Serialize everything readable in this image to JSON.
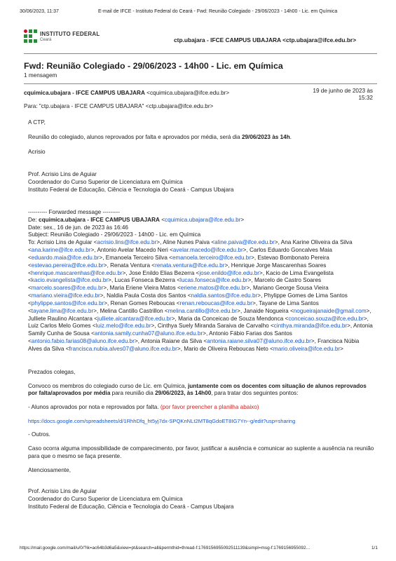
{
  "print_header": {
    "datetime": "30/06/2023, 11:37",
    "title": "E-mail de IFCE - Instituto Federal do Ceará - Fwd: Reunião Colegiado - 29/06/2023 - 14h00 - Lic. em Química"
  },
  "logo": {
    "line1": "INSTITUTO FEDERAL",
    "line2": "Ceará"
  },
  "account": "ctp.ubajara - IFCE CAMPUS UBAJARA <ctp.ubajara@ifce.edu.br>",
  "thread": {
    "subject": "Fwd: Reunião Colegiado - 29/06/2023 - 14h00 - Lic. em Química",
    "count": "1 mensagem"
  },
  "message": {
    "from_name": "cquimica.ubajara - IFCE CAMPUS UBAJARA",
    "from_email": "<cquimica.ubajara@ifce.edu.br>",
    "date_line1": "19 de junho de 2023 às",
    "date_line2": "15:32",
    "to": "Para: \"ctp.ubajara - IFCE CAMPUS UBAJARA\" <ctp.ubajara@ifce.edu.br>",
    "greeting": "A CTP,",
    "intro_pre": "Reunião do colegiado, alunos reprovados por falta e aprovados por média, será dia ",
    "intro_bold": "29/06/2023 às 14h",
    "intro_post": ".",
    "closing": "Acrisio",
    "sig1": "Prof. Acrisio Lins de Aguiar",
    "sig2": "Coordenador do Curso Superior de Licenciatura em Química",
    "sig3": "Instituto Federal de Educação, Ciência e Tecnologia do Ceará - Campus Ubajara"
  },
  "forwarded": {
    "marker": "---------- Forwarded message ---------",
    "from_label": "De: ",
    "from_name": "cquimica.ubajara - IFCE CAMPUS UBAJARA",
    "from_email": "cquimica.ubajara@ifce.edu.br",
    "date": "Date: sex., 16 de jun. de 2023 às 16:46",
    "subject": "Subject: Reunião Colegiado - 29/06/2023 - 14h00 - Lic. em Química",
    "recipients": [
      {
        "name": "To: Acrisio Lins de Aguiar",
        "email": "acrisio.lins@ifce.edu.br"
      },
      {
        "name": "Aline Nunes Paiva",
        "email": "aline.paiva@ifce.edu.br"
      },
      {
        "name": "Ana Karine Oliveira da Silva",
        "email": "ana.karine@ifce.edu.br"
      },
      {
        "name": "Antonio Avelar Macedo Neri",
        "email": "avelar.macedo@ifce.edu.br"
      },
      {
        "name": "Carlos Eduardo Goncalves Maia",
        "email": "eduardo.maia@ifce.edu.br"
      },
      {
        "name": "Emanoela Terceiro Silva",
        "email": "emanoela.terceiro@ifce.edu.br"
      },
      {
        "name": "Estevao Bombonato Pereira",
        "email": "estevao.pereira@ifce.edu.br"
      },
      {
        "name": "Renata Ventura",
        "email": "renata.ventura@ifce.edu.br"
      },
      {
        "name": "Henrique Jorge Mascarenhas Soares",
        "email": "henrique.mascarenhas@ifce.edu.br"
      },
      {
        "name": "Jose Enildo Elias Bezerra",
        "email": "jose.enildo@ifce.edu.br"
      },
      {
        "name": "Kacio de Lima Evangelista",
        "email": "kacio.evangelista@ifce.edu.br"
      },
      {
        "name": "Lucas Fonseca Bezerra",
        "email": "lucas.fonseca@ifce.edu.br"
      },
      {
        "name": "Marcelo de Castro Soares",
        "email": "marcelo.soares@ifce.edu.br"
      },
      {
        "name": "Maria Eriene Vieira Matos",
        "email": "eriene.matos@ifce.edu.br"
      },
      {
        "name": "Mariano George Sousa Vieira",
        "email": "mariano.vieira@ifce.edu.br"
      },
      {
        "name": "Naldia Paula Costa dos Santos",
        "email": "naldia.santos@ifce.edu.br"
      },
      {
        "name": "Phylippe Gomes de Lima Santos",
        "email": "phylippe.santos@ifce.edu.br"
      },
      {
        "name": "Renan Gomes Reboucas",
        "email": "renan.reboucas@ifce.edu.br"
      },
      {
        "name": "Tayane de Lima Santos",
        "email": "tayane.lima@ifce.edu.br"
      },
      {
        "name": "Melina Cantillo Castrillon",
        "email": "melina.cantillo@ifce.edu.br"
      },
      {
        "name": "Janaide Nogueira",
        "email": "nogueirajanaide@gmail.com"
      },
      {
        "name": "Julliete Raulino Alcantara",
        "email": "julliete.alcantara@ifce.edu.br"
      },
      {
        "name": "Maria da Conceicao de Souza Mendonca",
        "email": "conceicao.souza@ifce.edu.br"
      },
      {
        "name": "Luiz Carlos Melo Gomes",
        "email": "luiz.melo@ifce.edu.br"
      },
      {
        "name": "Cinthya Suely Miranda Saraiva de Carvalho",
        "email": "cinthya.miranda@ifce.edu.br"
      },
      {
        "name": "Antonia Samily Cunha de Sousa",
        "email": "antonia.samily.cunha07@aluno.ifce.edu.br"
      },
      {
        "name": "Antonio Fábio Farias dos Santos",
        "email": "antonio.fabio.farias08@aluno.ifce.edu.br"
      },
      {
        "name": "Antonia Raiane da Silva",
        "email": "antonia.raiane.silva07@aluno.ifce.edu.br"
      },
      {
        "name": "Francisca Núbia Alves da Silva",
        "email": "francisca.nubia.alves07@aluno.ifce.edu.br"
      },
      {
        "name": "Mario de Oliveira Reboucas Neto",
        "email": "mario.oliveira@ifce.edu.br"
      }
    ],
    "greeting": "Prezados colegas,",
    "p1_pre": "Convoco os membros do colegiado curso de Lic. em Química, ",
    "p1_bold": "juntamente com os docentes com situação de alunos reprovados por falta/aprovados por média",
    "p1_mid": " para reunião dia ",
    "p1_bold2": "29/06/2023, às 14h00",
    "p1_post": ", para tratar dos seguintes pontos:",
    "item1": "- Alunos aprovados por nota e reprovados por falta. ",
    "item1_red": "(por favor preencher a planilha abaixo)",
    "sheet_link": "https://docs.google.com/spreadsheets/d/1RhhDfq_ht5yj7dx-SPQKnNLt2MT8qGdoET8IG7Yn--g/edit?usp=sharing",
    "item2": "- Outros.",
    "p2": "Caso ocorra alguma impossibilidade de comparecimento, por favor, justificar a ausência e comunicar ao suplente a ausência na reunião para que o mesmo se faça presente.",
    "closing": "Atenciosamente,",
    "sig1": "Prof. Acrisio Lins de Aguiar",
    "sig2": "Coordenador do Curso Superior de Licenciatura em Química",
    "sig3": "Instituto Federal de Educação, Ciência e Tecnologia do Ceará - Campus Ubajara"
  },
  "print_footer": {
    "url": "https://mail.google.com/mail/u/0/?ik=ac64b3d6a5&view=pt&search=all&permthid=thread-f:1769156955092511139&simpl=msg-f:1769156955092…",
    "page": "1/1"
  }
}
